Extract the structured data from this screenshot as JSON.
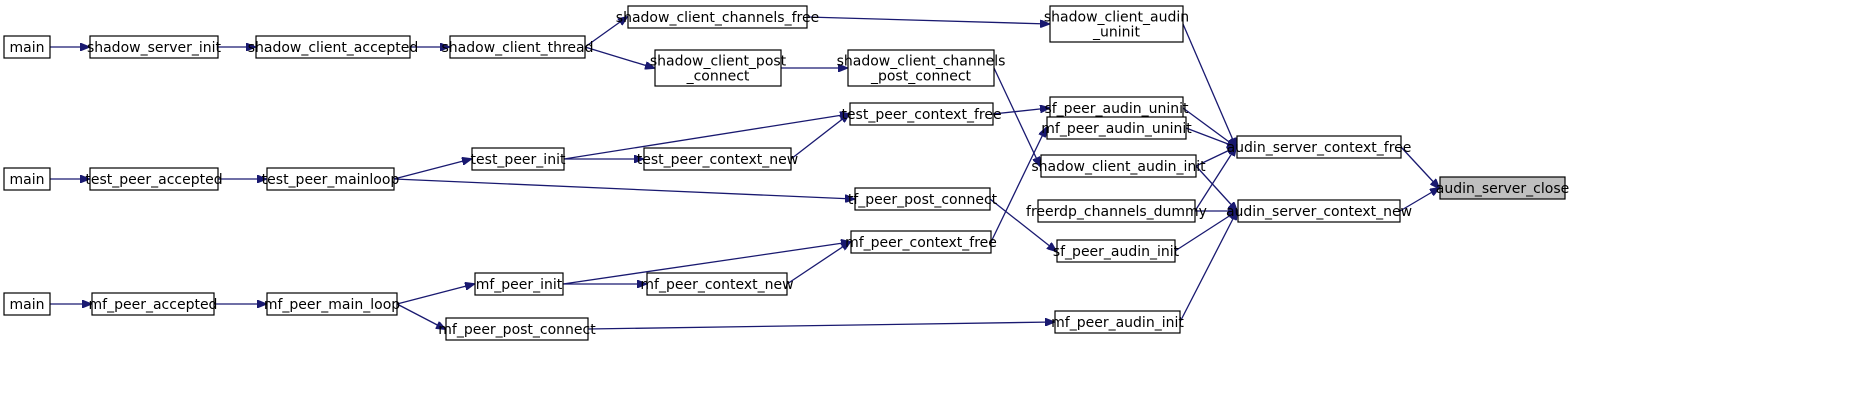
{
  "graph": {
    "nodes": [
      {
        "id": "main1",
        "lines": [
          "main"
        ]
      },
      {
        "id": "main2",
        "lines": [
          "main"
        ]
      },
      {
        "id": "main3",
        "lines": [
          "main"
        ]
      },
      {
        "id": "shadow_server_init",
        "lines": [
          "shadow_server_init"
        ]
      },
      {
        "id": "shadow_client_accepted",
        "lines": [
          "shadow_client_accepted"
        ]
      },
      {
        "id": "shadow_client_thread",
        "lines": [
          "shadow_client_thread"
        ]
      },
      {
        "id": "shadow_client_channels_free",
        "lines": [
          "shadow_client_channels_free"
        ]
      },
      {
        "id": "shadow_client_post_connect",
        "lines": [
          "shadow_client_post",
          "_connect"
        ]
      },
      {
        "id": "shadow_client_channels_post_connect",
        "lines": [
          "shadow_client_channels",
          "_post_connect"
        ]
      },
      {
        "id": "shadow_client_audin_uninit",
        "lines": [
          "shadow_client_audin",
          "_uninit"
        ]
      },
      {
        "id": "test_peer_accepted",
        "lines": [
          "test_peer_accepted"
        ]
      },
      {
        "id": "test_peer_mainloop",
        "lines": [
          "test_peer_mainloop"
        ]
      },
      {
        "id": "test_peer_init",
        "lines": [
          "test_peer_init"
        ]
      },
      {
        "id": "test_peer_context_new",
        "lines": [
          "test_peer_context_new"
        ]
      },
      {
        "id": "test_peer_context_free",
        "lines": [
          "test_peer_context_free"
        ]
      },
      {
        "id": "sf_peer_audin_uninit",
        "lines": [
          "sf_peer_audin_uninit"
        ]
      },
      {
        "id": "mf_peer_audin_uninit",
        "lines": [
          "mf_peer_audin_uninit"
        ]
      },
      {
        "id": "shadow_client_audin_init",
        "lines": [
          "shadow_client_audin_init"
        ]
      },
      {
        "id": "tf_peer_post_connect",
        "lines": [
          "tf_peer_post_connect"
        ]
      },
      {
        "id": "freerdp_channels_dummy",
        "lines": [
          "freerdp_channels_dummy"
        ]
      },
      {
        "id": "mf_peer_accepted",
        "lines": [
          "mf_peer_accepted"
        ]
      },
      {
        "id": "mf_peer_main_loop",
        "lines": [
          "mf_peer_main_loop"
        ]
      },
      {
        "id": "mf_peer_init",
        "lines": [
          "mf_peer_init"
        ]
      },
      {
        "id": "mf_peer_context_new",
        "lines": [
          "mf_peer_context_new"
        ]
      },
      {
        "id": "mf_peer_context_free",
        "lines": [
          "mf_peer_context_free"
        ]
      },
      {
        "id": "mf_peer_post_connect",
        "lines": [
          "mf_peer_post_connect"
        ]
      },
      {
        "id": "sf_peer_audin_init",
        "lines": [
          "sf_peer_audin_init"
        ]
      },
      {
        "id": "mf_peer_audin_init",
        "lines": [
          "mf_peer_audin_init"
        ]
      },
      {
        "id": "audin_server_context_free",
        "lines": [
          "audin_server_context_free"
        ]
      },
      {
        "id": "audin_server_context_new",
        "lines": [
          "audin_server_context_new"
        ]
      },
      {
        "id": "audin_server_close",
        "lines": [
          "audin_server_close"
        ],
        "highlight": true
      }
    ],
    "edges": [
      {
        "from": "main1",
        "to": "shadow_server_init"
      },
      {
        "from": "shadow_server_init",
        "to": "shadow_client_accepted"
      },
      {
        "from": "shadow_client_accepted",
        "to": "shadow_client_thread"
      },
      {
        "from": "shadow_client_thread",
        "to": "shadow_client_channels_free"
      },
      {
        "from": "shadow_client_thread",
        "to": "shadow_client_post_connect"
      },
      {
        "from": "shadow_client_post_connect",
        "to": "shadow_client_channels_post_connect"
      },
      {
        "from": "shadow_client_channels_free",
        "to": "shadow_client_audin_uninit"
      },
      {
        "from": "shadow_client_channels_post_connect",
        "to": "shadow_client_audin_init"
      },
      {
        "from": "main2",
        "to": "test_peer_accepted"
      },
      {
        "from": "test_peer_accepted",
        "to": "test_peer_mainloop"
      },
      {
        "from": "test_peer_mainloop",
        "to": "test_peer_init"
      },
      {
        "from": "test_peer_mainloop",
        "to": "tf_peer_post_connect"
      },
      {
        "from": "test_peer_init",
        "to": "test_peer_context_new"
      },
      {
        "from": "test_peer_init",
        "to": "test_peer_context_free"
      },
      {
        "from": "test_peer_context_new",
        "to": "test_peer_context_free"
      },
      {
        "from": "test_peer_context_free",
        "to": "sf_peer_audin_uninit"
      },
      {
        "from": "tf_peer_post_connect",
        "to": "sf_peer_audin_init"
      },
      {
        "from": "main3",
        "to": "mf_peer_accepted"
      },
      {
        "from": "mf_peer_accepted",
        "to": "mf_peer_main_loop"
      },
      {
        "from": "mf_peer_main_loop",
        "to": "mf_peer_init"
      },
      {
        "from": "mf_peer_main_loop",
        "to": "mf_peer_post_connect"
      },
      {
        "from": "mf_peer_init",
        "to": "mf_peer_context_new"
      },
      {
        "from": "mf_peer_init",
        "to": "mf_peer_context_free"
      },
      {
        "from": "mf_peer_context_new",
        "to": "mf_peer_context_free"
      },
      {
        "from": "mf_peer_context_free",
        "to": "mf_peer_audin_uninit"
      },
      {
        "from": "mf_peer_post_connect",
        "to": "mf_peer_audin_init"
      },
      {
        "from": "shadow_client_audin_uninit",
        "to": "audin_server_context_free"
      },
      {
        "from": "sf_peer_audin_uninit",
        "to": "audin_server_context_free"
      },
      {
        "from": "mf_peer_audin_uninit",
        "to": "audin_server_context_free"
      },
      {
        "from": "shadow_client_audin_init",
        "to": "audin_server_context_free"
      },
      {
        "from": "freerdp_channels_dummy",
        "to": "audin_server_context_free"
      },
      {
        "from": "shadow_client_audin_init",
        "to": "audin_server_context_new"
      },
      {
        "from": "freerdp_channels_dummy",
        "to": "audin_server_context_new"
      },
      {
        "from": "sf_peer_audin_init",
        "to": "audin_server_context_new"
      },
      {
        "from": "mf_peer_audin_init",
        "to": "audin_server_context_new"
      },
      {
        "from": "audin_server_context_free",
        "to": "audin_server_close"
      },
      {
        "from": "audin_server_context_new",
        "to": "audin_server_close"
      }
    ]
  }
}
